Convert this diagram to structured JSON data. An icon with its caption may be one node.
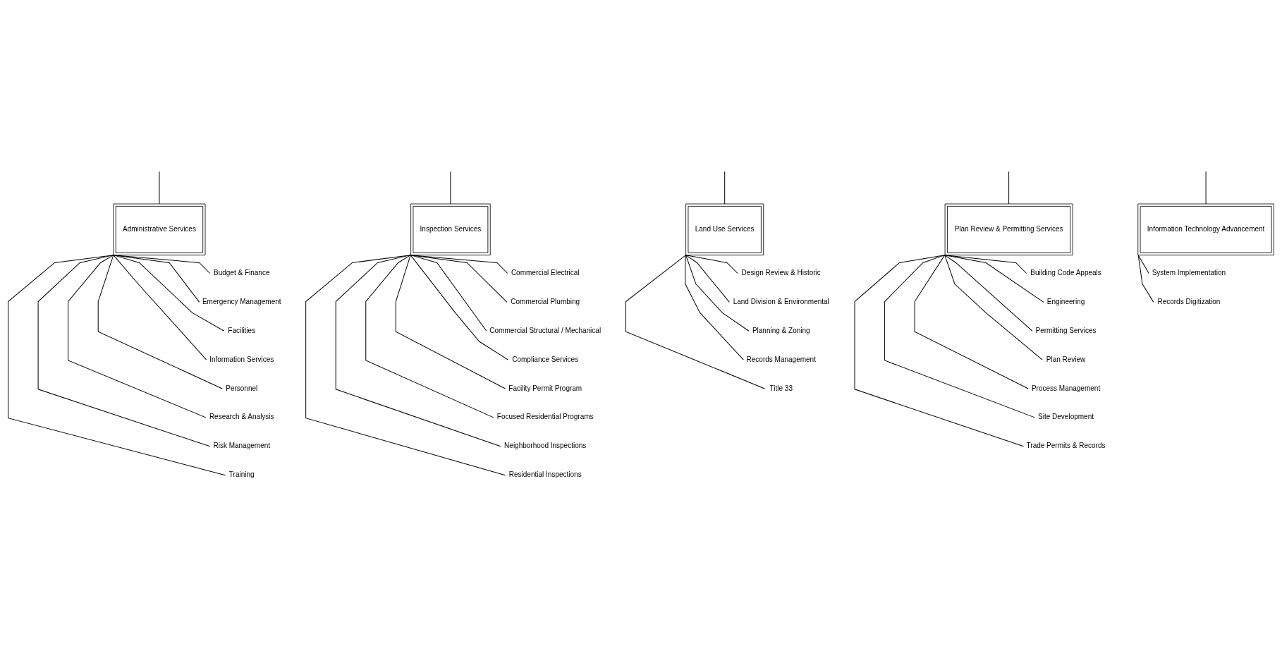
{
  "diagram": {
    "nodes": [
      {
        "text": [
          "Administrative Services"
        ]
      },
      {
        "text": [
          "Inspection Services"
        ]
      },
      {
        "text": [
          "Land Use Services"
        ]
      },
      {
        "text": [
          "Plan Review & Permitting Services"
        ]
      },
      {
        "text": [
          "Information Technology Advancement"
        ]
      },
      {
        "text": [
          "Budget & Finance"
        ]
      },
      {
        "text": [
          "Emergency Management"
        ]
      },
      {
        "text": [
          "Facilities"
        ]
      },
      {
        "text": [
          "Information Services"
        ]
      },
      {
        "text": [
          "Personnel"
        ]
      },
      {
        "text": [
          "Research & Analysis"
        ]
      },
      {
        "text": [
          "Risk Management"
        ]
      },
      {
        "text": [
          "Training"
        ]
      },
      {
        "text": [
          "Commercial Electrical"
        ]
      },
      {
        "text": [
          "Commercial Plumbing"
        ]
      },
      {
        "text": [
          "Commercial Structural / Mechanical"
        ]
      },
      {
        "text": [
          "Compliance Services"
        ]
      },
      {
        "text": [
          "Facility Permit Program"
        ]
      },
      {
        "text": [
          "Focused Residential Programs"
        ]
      },
      {
        "text": [
          "Neighborhood Inspections"
        ]
      },
      {
        "text": [
          "Residential Inspections"
        ]
      },
      {
        "text": [
          "Design Review & Historic"
        ]
      },
      {
        "text": [
          "Land Division & Environmental"
        ]
      },
      {
        "text": [
          "Planning & Zoning"
        ]
      },
      {
        "text": [
          "Records Management"
        ]
      },
      {
        "text": [
          "Title 33"
        ]
      },
      {
        "text": [
          "Building Code Appeals"
        ]
      },
      {
        "text": [
          "Engineering"
        ]
      },
      {
        "text": [
          "Permitting Services"
        ]
      },
      {
        "text": [
          "Plan Review"
        ]
      },
      {
        "text": [
          "Process Management"
        ]
      },
      {
        "text": [
          "Site Development"
        ]
      },
      {
        "text": [
          "Trade Permits & Records"
        ]
      },
      {
        "text": [
          "System Implementation"
        ]
      },
      {
        "text": [
          "Records Digitization"
        ]
      }
    ],
    "edges": [
      {
        "from": null,
        "to": 0,
        "arrow": "none"
      },
      {
        "from": null,
        "to": 1,
        "arrow": "none"
      },
      {
        "from": null,
        "to": 2,
        "arrow": "none"
      },
      {
        "from": null,
        "to": 3,
        "arrow": "none"
      },
      {
        "from": null,
        "to": 4,
        "arrow": "none"
      },
      {
        "from": 0,
        "to": 5,
        "arrow": "none"
      },
      {
        "from": 0,
        "to": 6,
        "arrow": "none"
      },
      {
        "from": 0,
        "to": 7,
        "arrow": "none"
      },
      {
        "from": 0,
        "to": 8,
        "arrow": "none"
      },
      {
        "from": 0,
        "to": 9,
        "arrow": "none"
      },
      {
        "from": 0,
        "to": 10,
        "arrow": "none"
      },
      {
        "from": 0,
        "to": 11,
        "arrow": "none"
      },
      {
        "from": 0,
        "to": 12,
        "arrow": "none"
      },
      {
        "from": 1,
        "to": 13,
        "arrow": "none"
      },
      {
        "from": 1,
        "to": 14,
        "arrow": "none"
      },
      {
        "from": 1,
        "to": 15,
        "arrow": "none"
      },
      {
        "from": 1,
        "to": 16,
        "arrow": "none"
      },
      {
        "from": 1,
        "to": 17,
        "arrow": "none"
      },
      {
        "from": 1,
        "to": 18,
        "arrow": "none"
      },
      {
        "from": 1,
        "to": 19,
        "arrow": "none"
      },
      {
        "from": 1,
        "to": 20,
        "arrow": "none"
      },
      {
        "from": 2,
        "to": 21,
        "arrow": "none"
      },
      {
        "from": 2,
        "to": 22,
        "arrow": "none"
      },
      {
        "from": 2,
        "to": 23,
        "arrow": "none"
      },
      {
        "from": 2,
        "to": 24,
        "arrow": "none"
      },
      {
        "from": 2,
        "to": 25,
        "arrow": "none"
      },
      {
        "from": 3,
        "to": 26,
        "arrow": "none"
      },
      {
        "from": 3,
        "to": 27,
        "arrow": "none"
      },
      {
        "from": 3,
        "to": 28,
        "arrow": "none"
      },
      {
        "from": 3,
        "to": 29,
        "arrow": "none"
      },
      {
        "from": 3,
        "to": 30,
        "arrow": "none"
      },
      {
        "from": 3,
        "to": 31,
        "arrow": "none"
      },
      {
        "from": 3,
        "to": 32,
        "arrow": "none"
      },
      {
        "from": 4,
        "to": 33,
        "arrow": "none"
      },
      {
        "from": 4,
        "to": 34,
        "arrow": "none"
      }
    ]
  }
}
